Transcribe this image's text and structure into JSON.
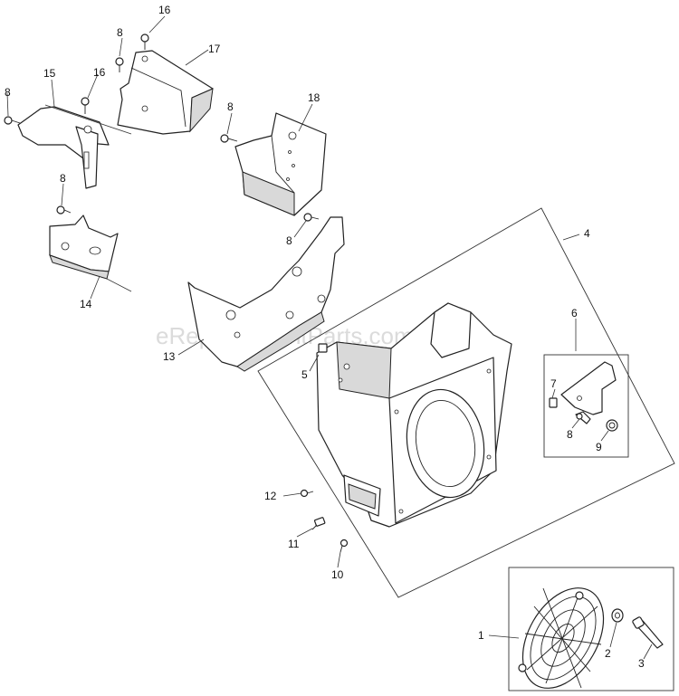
{
  "watermark": "eReplacementParts.com",
  "callouts": {
    "c1": "1",
    "c2": "2",
    "c3": "3",
    "c4": "4",
    "c5": "5",
    "c6": "6",
    "c7": "7",
    "c8a": "8",
    "c8b": "8",
    "c8c": "8",
    "c8d": "8",
    "c8e": "8",
    "c8f": "8",
    "c9": "9",
    "c10": "10",
    "c11": "11",
    "c12": "12",
    "c13": "13",
    "c14": "14",
    "c15": "15",
    "c16a": "16",
    "c16b": "16",
    "c17": "17",
    "c18": "18"
  }
}
